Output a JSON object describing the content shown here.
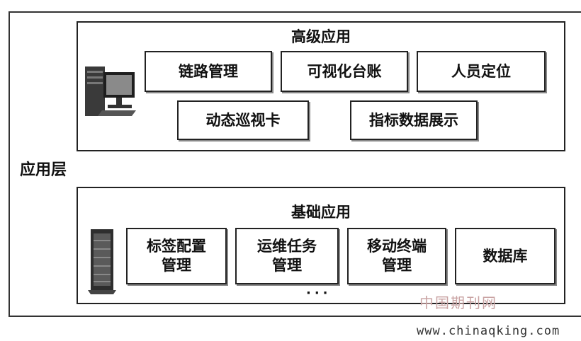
{
  "layer_label": "应用层",
  "advanced": {
    "title": "高级应用",
    "items": [
      "链路管理",
      "可视化台账",
      "人员定位",
      "动态巡视卡",
      "指标数据展示"
    ]
  },
  "basic": {
    "title": "基础应用",
    "items": [
      "标签配置\n管理",
      "运维任务\n管理",
      "移动终端\n管理",
      "数据库"
    ],
    "ellipsis": "···"
  },
  "watermark": {
    "cn": "中国期刊网",
    "url": "www.chinaqking.com"
  },
  "icons": {
    "advanced": "desktop-computer-icon",
    "basic": "server-tower-icon"
  }
}
